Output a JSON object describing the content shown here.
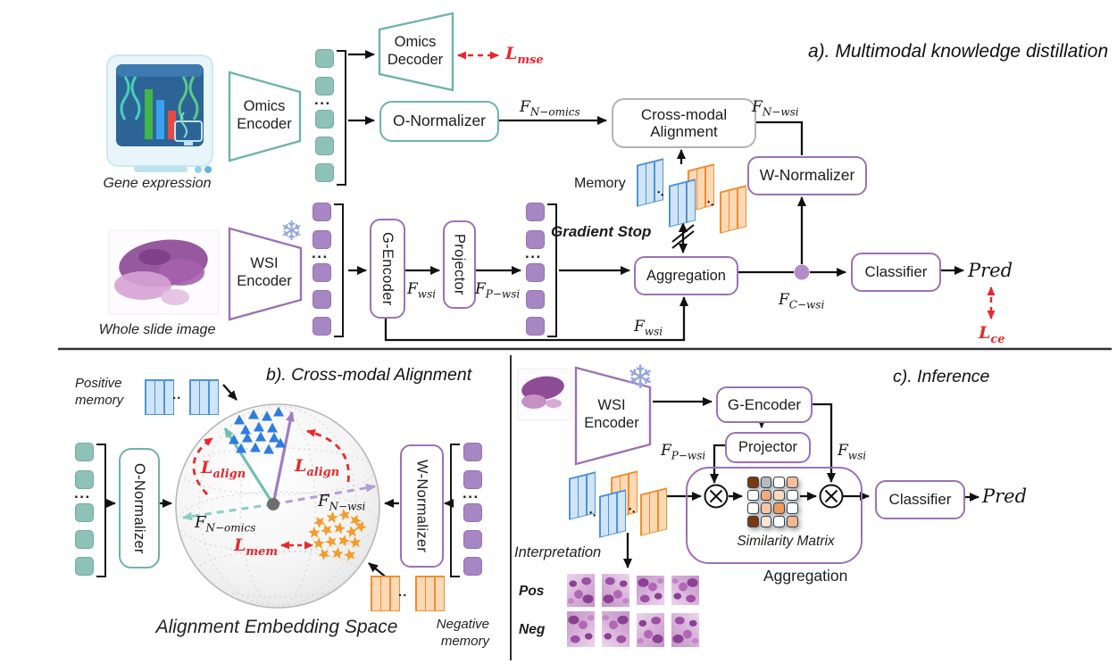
{
  "colors": {
    "teal_box": "#6fb3a9",
    "teal_token": "#8ec1b8",
    "purple_box": "#9b72b4",
    "purple_token": "#a687c4",
    "gray_box": "#b3b3b3",
    "loss_red": "#e8282e",
    "memory_blue": "#4f93d6",
    "memory_orange": "#ef8e2f",
    "triangle_blue": "#2e7ce0",
    "star_orange": "#f49b2b"
  },
  "panel_a": {
    "title": "a). Multimodal knowledge distillation",
    "gene_expression_caption": "Gene expression",
    "wsi_caption": "Whole slide image",
    "boxes": {
      "omics_encoder": "Omics Encoder",
      "omics_decoder": "Omics Decoder",
      "o_normalizer": "O-Normalizer",
      "wsi_encoder": "WSI Encoder",
      "g_encoder": "G-Encoder",
      "projector": "Projector",
      "cross_modal": "Cross-modal Alignment",
      "w_normalizer": "W-Normalizer",
      "aggregation": "Aggregation",
      "classifier": "Classifier"
    },
    "memory_label": "Memory",
    "gradient_stop_label": "Gradient Stop",
    "pred_label": "Pred",
    "math": {
      "l_mse": {
        "m": "L",
        "s": "mse"
      },
      "l_ce": {
        "m": "L",
        "s": "ce"
      },
      "f_n_omics": {
        "m": "F",
        "s": "N−omics"
      },
      "f_n_wsi": {
        "m": "F",
        "s": "N−wsi"
      },
      "f_wsi": {
        "m": "F",
        "s": "wsi"
      },
      "f_p_wsi": {
        "m": "F",
        "s": "P−wsi"
      },
      "f_wsi_skip": {
        "m": "F",
        "s": "wsi"
      },
      "f_c_wsi": {
        "m": "F",
        "s": "C−wsi"
      }
    }
  },
  "panel_b": {
    "title": "b). Cross-modal Alignment",
    "positive_memory_label": "Positive memory",
    "negative_memory_label": "Negative memory",
    "o_normalizer": "O-Normalizer",
    "w_normalizer": "W-Normalizer",
    "embedding_space_caption": "Alignment Embedding Space",
    "math": {
      "l_align_left": {
        "m": "L",
        "s": "align"
      },
      "l_align_right": {
        "m": "L",
        "s": "align"
      },
      "l_mem": {
        "m": "L",
        "s": "mem"
      },
      "f_n_omics": {
        "m": "F",
        "s": "N−omics"
      },
      "f_n_wsi": {
        "m": "F",
        "s": "N−wsi"
      }
    }
  },
  "panel_c": {
    "title": "c). Inference",
    "boxes": {
      "wsi_encoder": "WSI Encoder",
      "g_encoder": "G-Encoder",
      "projector": "Projector",
      "classifier": "Classifier"
    },
    "aggregation_label": "Aggregation",
    "similarity_matrix_label": "Similarity Matrix",
    "interpretation_label": "Interpretation",
    "pos_label": "Pos",
    "neg_label": "Neg",
    "pred_label": "Pred",
    "math": {
      "f_p_wsi": {
        "m": "F",
        "s": "P−wsi"
      },
      "f_wsi": {
        "m": "F",
        "s": "wsi"
      }
    },
    "matrix_colors": [
      "#7a3a0e",
      "#b7babe",
      "#ffffff",
      "#f6bd97",
      "#ffffff",
      "#f2a97c",
      "#f9d9c0",
      "#ffffff",
      "#ffffff",
      "#f7c6a4",
      "#ef9a5e",
      "#ffffff",
      "#7a3a0e",
      "#fce4d3",
      "#ffffff",
      "#f4b68e"
    ]
  }
}
